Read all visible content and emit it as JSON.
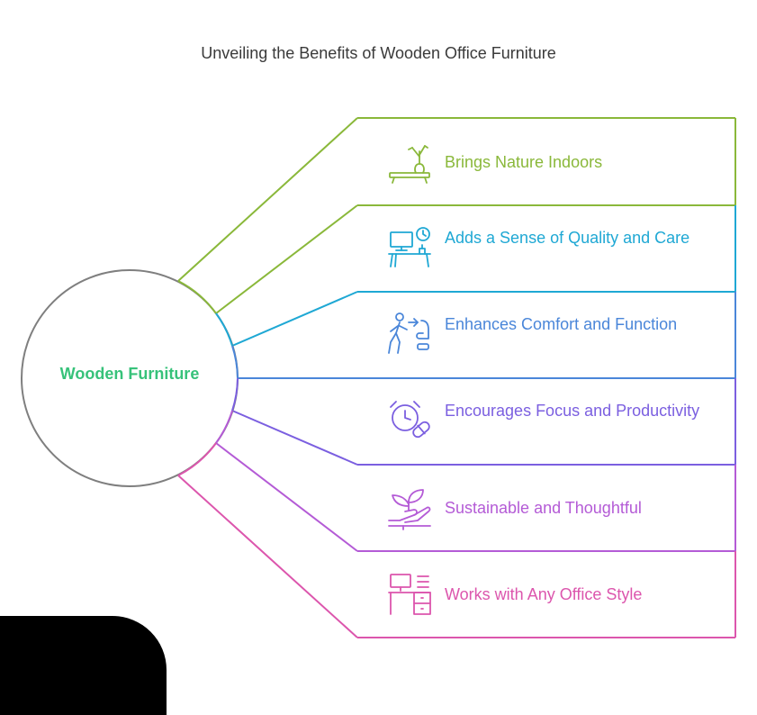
{
  "title": "Unveiling the Benefits of Wooden Office Furniture",
  "center": {
    "label": "Wooden Furniture",
    "color": "#37c27a",
    "border_color": "#7f7f7f"
  },
  "items": [
    {
      "label": "Brings Nature Indoors",
      "color": "#8ab83a",
      "icon": "plant-on-shelf-icon"
    },
    {
      "label": "Adds a Sense of Quality and Care",
      "color": "#1fa8d4",
      "icon": "desk-with-clock-icon"
    },
    {
      "label": "Enhances Comfort and Function",
      "color": "#4a86d9",
      "icon": "person-to-chair-icon"
    },
    {
      "label": "Encourages Focus and Productivity",
      "color": "#7b5fe0",
      "icon": "alarm-clock-pill-icon"
    },
    {
      "label": "Sustainable and Thoughtful",
      "color": "#b45bd6",
      "icon": "hand-holding-sprout-icon"
    },
    {
      "label": "Works with Any Office Style",
      "color": "#dc56ad",
      "icon": "office-desk-icon"
    }
  ]
}
